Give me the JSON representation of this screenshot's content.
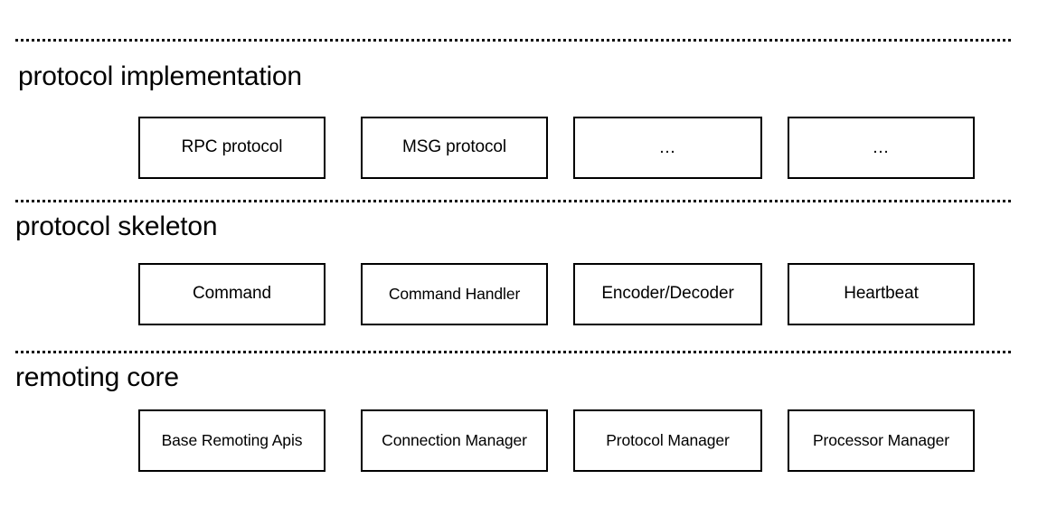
{
  "diagram": {
    "layers": [
      {
        "id": "protocol-implementation",
        "title": "protocol implementation",
        "boxes": [
          {
            "label": "RPC protocol",
            "style": "normal"
          },
          {
            "label": "MSG protocol",
            "style": "normal"
          },
          {
            "label": "…",
            "style": "ellipsis"
          },
          {
            "label": "…",
            "style": "ellipsis"
          }
        ]
      },
      {
        "id": "protocol-skeleton",
        "title": "protocol skeleton",
        "boxes": [
          {
            "label": "Command",
            "style": "normal"
          },
          {
            "label": "Command Handler",
            "style": "tight"
          },
          {
            "label": "Encoder/Decoder",
            "style": "normal"
          },
          {
            "label": "Heartbeat",
            "style": "normal"
          }
        ]
      },
      {
        "id": "remoting-core",
        "title": "remoting core",
        "boxes": [
          {
            "label": "Base Remoting Apis",
            "style": "tight"
          },
          {
            "label": "Connection Manager",
            "style": "tight"
          },
          {
            "label": "Protocol Manager",
            "style": "tight"
          },
          {
            "label": "Processor Manager",
            "style": "tight"
          }
        ]
      }
    ],
    "colors": {
      "background": "#ffffff",
      "stroke": "#000000",
      "text": "#000000",
      "divider": "#111111"
    }
  }
}
